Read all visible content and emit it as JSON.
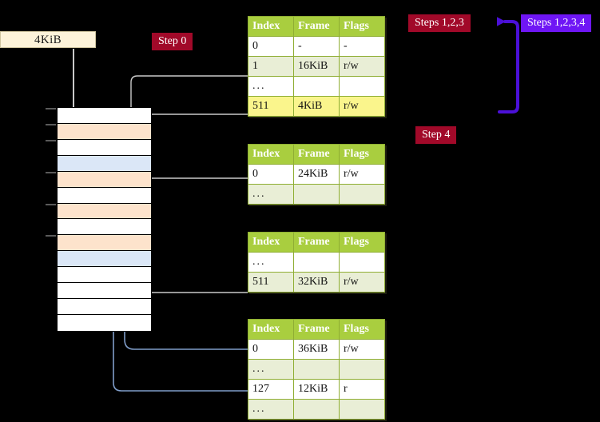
{
  "diagram": {
    "title": "Multi-level page table walk",
    "background_color": "#000000"
  },
  "size_box": {
    "label": "4KiB"
  },
  "badges": [
    {
      "name": "step-0",
      "label": "Step 0",
      "color": "#a10929"
    },
    {
      "name": "steps-1-2-3",
      "label": "Steps 1,2,3",
      "color": "#a10929"
    },
    {
      "name": "steps-1-2-3-4",
      "label": "Steps 1,2,3,4",
      "color": "#6f16f5"
    },
    {
      "name": "step-4",
      "label": "Step 4",
      "color": "#a10929"
    }
  ],
  "memory_column": {
    "name": "physical-memory-column",
    "frame_colors": {
      "free": "#ffffff",
      "page_table": "#fde3cc",
      "data_page": "#dbe7f7"
    },
    "rows": [
      {
        "index": 0,
        "fill": "free",
        "tick": true
      },
      {
        "index": 1,
        "fill": "page_table",
        "tick": true
      },
      {
        "index": 2,
        "fill": "free",
        "tick": true
      },
      {
        "index": 3,
        "fill": "data_page",
        "tick": false
      },
      {
        "index": 4,
        "fill": "page_table",
        "tick": true
      },
      {
        "index": 5,
        "fill": "free",
        "tick": false
      },
      {
        "index": 6,
        "fill": "page_table",
        "tick": true
      },
      {
        "index": 7,
        "fill": "free",
        "tick": false
      },
      {
        "index": 8,
        "fill": "page_table",
        "tick": true
      },
      {
        "index": 9,
        "fill": "data_page",
        "tick": false
      },
      {
        "index": 10,
        "fill": "free",
        "tick": false
      },
      {
        "index": 11,
        "fill": "free",
        "tick": false
      },
      {
        "index": 12,
        "fill": "free",
        "tick": false
      },
      {
        "index": 13,
        "fill": "free",
        "tick": false
      }
    ]
  },
  "tables": [
    {
      "name": "page-table-level-4",
      "headers": [
        "Index",
        "Frame",
        "Flags"
      ],
      "rows": [
        {
          "cells": [
            "0",
            "-",
            "-"
          ],
          "style": "plain",
          "highlight": false
        },
        {
          "cells": [
            "1",
            "16KiB",
            "r/w"
          ],
          "style": "alt",
          "highlight": false
        },
        {
          "cells": [
            "...",
            "",
            ""
          ],
          "style": "plain",
          "highlight": false
        },
        {
          "cells": [
            "511",
            "4KiB",
            "r/w"
          ],
          "style": "alt",
          "highlight": true
        }
      ]
    },
    {
      "name": "page-table-level-3",
      "headers": [
        "Index",
        "Frame",
        "Flags"
      ],
      "rows": [
        {
          "cells": [
            "0",
            "24KiB",
            "r/w"
          ],
          "style": "plain",
          "highlight": false
        },
        {
          "cells": [
            "...",
            "",
            ""
          ],
          "style": "alt",
          "highlight": false
        }
      ]
    },
    {
      "name": "page-table-level-2",
      "headers": [
        "Index",
        "Frame",
        "Flags"
      ],
      "rows": [
        {
          "cells": [
            "...",
            "",
            ""
          ],
          "style": "plain",
          "highlight": false
        },
        {
          "cells": [
            "511",
            "32KiB",
            "r/w"
          ],
          "style": "alt",
          "highlight": false
        }
      ]
    },
    {
      "name": "page-table-level-1",
      "headers": [
        "Index",
        "Frame",
        "Flags"
      ],
      "rows": [
        {
          "cells": [
            "0",
            "36KiB",
            "r/w"
          ],
          "style": "plain",
          "highlight": false
        },
        {
          "cells": [
            "...",
            "",
            ""
          ],
          "style": "alt",
          "highlight": false
        },
        {
          "cells": [
            "127",
            "12KiB",
            "r"
          ],
          "style": "plain",
          "highlight": false
        },
        {
          "cells": [
            "...",
            "",
            ""
          ],
          "style": "alt",
          "highlight": false
        }
      ]
    }
  ],
  "connector_colors": {
    "gray": "#c4c4c4",
    "blue": "#7f9dc9",
    "violet": "#4b10d8"
  }
}
